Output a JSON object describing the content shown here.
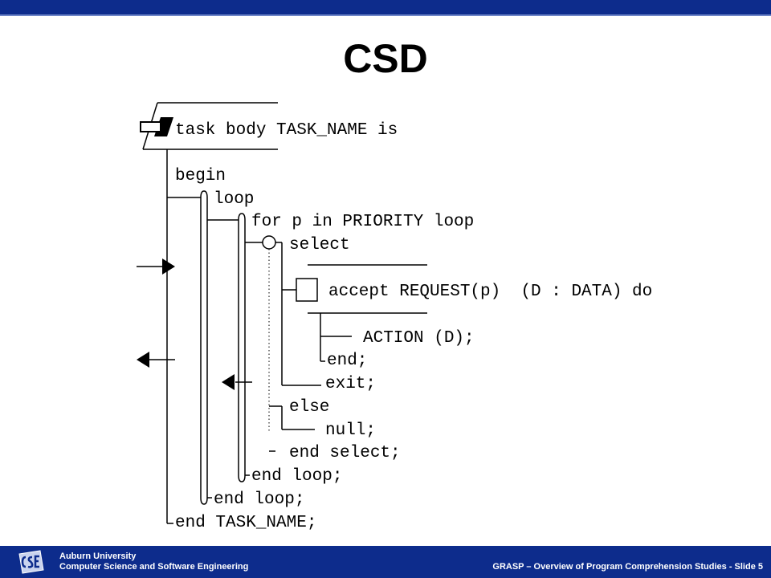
{
  "title": "CSD",
  "code": {
    "task_body": "task body TASK_NAME is",
    "begin": "begin",
    "loop": "loop",
    "for_loop": "for p in PRIORITY loop",
    "select": "select",
    "accept": "accept REQUEST(p)  (D : DATA) do",
    "action": "ACTION (D);",
    "end": "end;",
    "exit": "exit;",
    "else": "else",
    "null": "null;",
    "end_select": "end select;",
    "end_loop_inner": "end loop;",
    "end_loop_outer": "end loop;",
    "end_task": "end TASK_NAME;"
  },
  "footer": {
    "university": "Auburn University",
    "department": "Computer Science and Software Engineering",
    "slide_label": "GRASP – Overview of Program Comprehension Studies - Slide 5"
  },
  "colors": {
    "header_bar": "#0d2c8c",
    "footer_bar": "#0d2c8c",
    "footer_text": "#ffffff"
  }
}
